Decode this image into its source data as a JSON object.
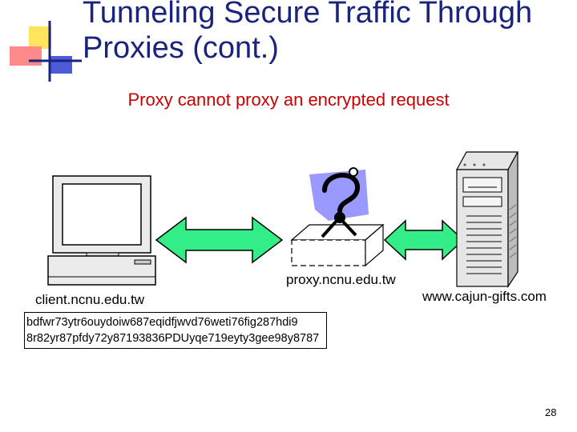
{
  "slide": {
    "title_line1": "Tunneling Secure Traffic Through",
    "title_line2": "Proxies (cont.)",
    "subtitle": "Proxy cannot proxy an encrypted request",
    "page_number": "28"
  },
  "nodes": {
    "client_label": "client.ncnu.edu.tw",
    "proxy_label": "proxy.ncnu.edu.tw",
    "server_label": "www.cajun-gifts.com"
  },
  "encrypted_request": {
    "line1": "bdfwr73ytr6ouydoiw687eqidfjwvd76weti76fig287hdi9",
    "line2": "8r82yr87pfdy72y87193836PDUyqe719eyty3gee98y8787"
  },
  "colors": {
    "title": "#1a237e",
    "subtitle": "#cc0000",
    "arrow_fill": "#33ee88",
    "question_box": "#9999ff",
    "bullet_yellow": "#ffe45c",
    "bullet_red": "#ff8a8a",
    "bullet_blue": "#1a237e"
  }
}
